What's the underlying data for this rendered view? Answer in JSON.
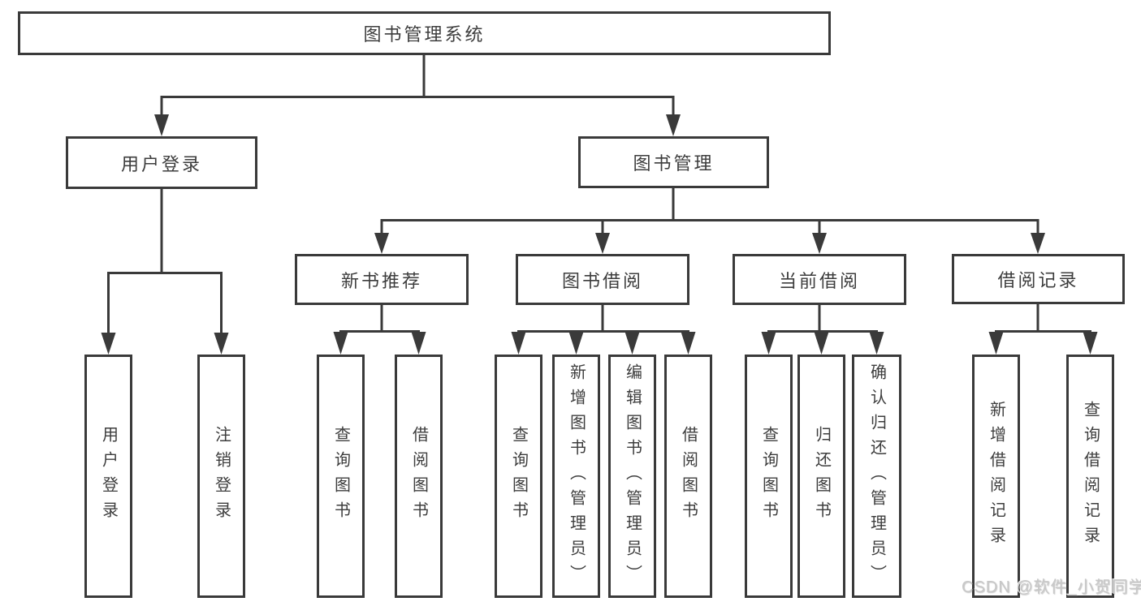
{
  "diagram": {
    "root": {
      "label": "图书管理系统"
    },
    "user_login": {
      "label": "用户登录",
      "children": [
        {
          "label": "用户登录"
        },
        {
          "label": "注销登录"
        }
      ]
    },
    "book_management": {
      "label": "图书管理",
      "sections": [
        {
          "label": "新书推荐",
          "children": [
            {
              "label": "查询图书"
            },
            {
              "label": "借阅图书"
            }
          ]
        },
        {
          "label": "图书借阅",
          "children": [
            {
              "label": "查询图书"
            },
            {
              "label": "新增图书（管理员）"
            },
            {
              "label": "编辑图书（管理员）"
            },
            {
              "label": "借阅图书"
            }
          ]
        },
        {
          "label": "当前借阅",
          "children": [
            {
              "label": "查询图书"
            },
            {
              "label": "归还图书"
            },
            {
              "label": "确认归还（管理员）"
            }
          ]
        },
        {
          "label": "借阅记录",
          "children": [
            {
              "label": "新增借阅记录"
            },
            {
              "label": "查询借阅记录"
            }
          ]
        }
      ]
    }
  },
  "watermark": {
    "text": "CSDN @软件_小贺同学"
  },
  "colors": {
    "line": "#3a3a3a",
    "text": "#3d3d3d",
    "watermark": "#c8c8c8",
    "background": "#ffffff"
  }
}
